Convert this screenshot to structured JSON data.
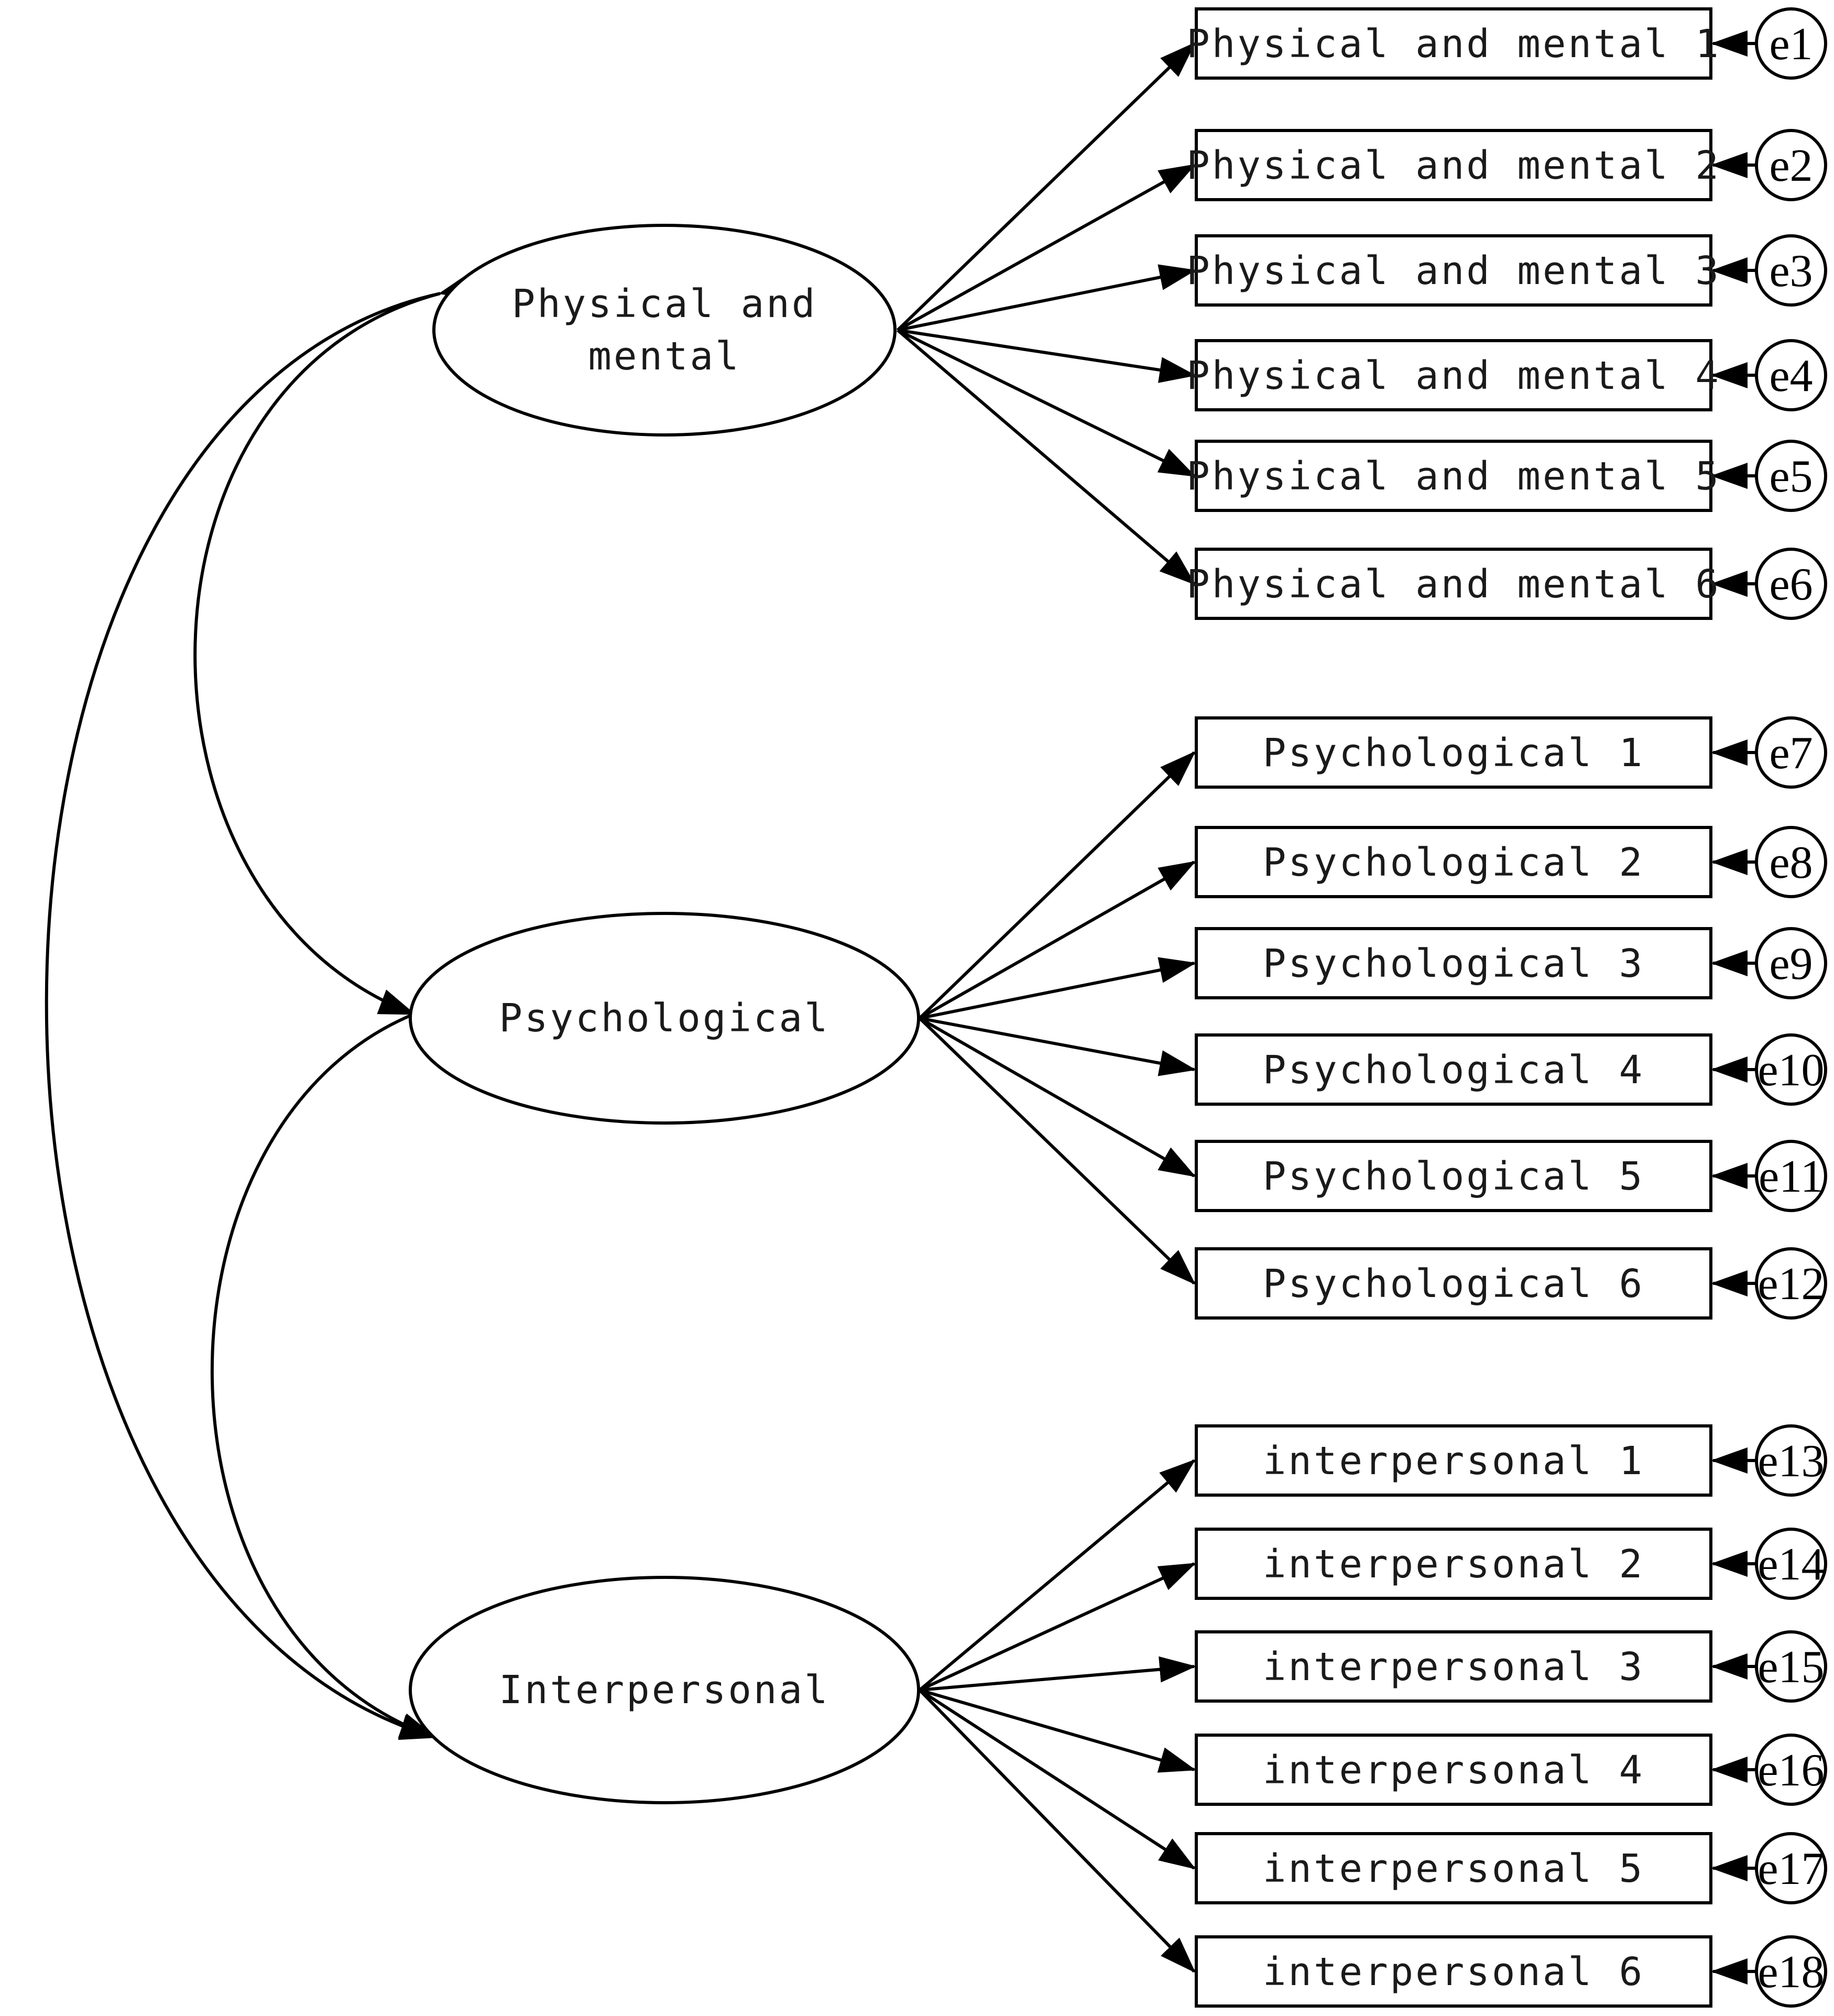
{
  "latents": [
    {
      "id": "physical",
      "lines": [
        "Physical and",
        "mental"
      ]
    },
    {
      "id": "psychological",
      "lines": [
        "Psychological"
      ]
    },
    {
      "id": "interpersonal",
      "lines": [
        "Interpersonal"
      ]
    }
  ],
  "observed": [
    "Physical and mental 1",
    "Physical and mental 2",
    "Physical and mental 3",
    "Physical and mental 4",
    "Physical and mental 5",
    "Physical and mental 6",
    "Psychological 1",
    "Psychological 2",
    "Psychological 3",
    "Psychological 4",
    "Psychological 5",
    "Psychological 6",
    "interpersonal 1",
    "interpersonal 2",
    "interpersonal 3",
    "interpersonal 4",
    "interpersonal 5",
    "interpersonal 6"
  ],
  "errors": [
    "e1",
    "e2",
    "e3",
    "e4",
    "e5",
    "e6",
    "e7",
    "e8",
    "e9",
    "e10",
    "e11",
    "e12",
    "e13",
    "e14",
    "e15",
    "e16",
    "e17",
    "e18"
  ],
  "covariances": [
    [
      "physical",
      "psychological"
    ],
    [
      "psychological",
      "interpersonal"
    ],
    [
      "physical",
      "interpersonal"
    ]
  ]
}
